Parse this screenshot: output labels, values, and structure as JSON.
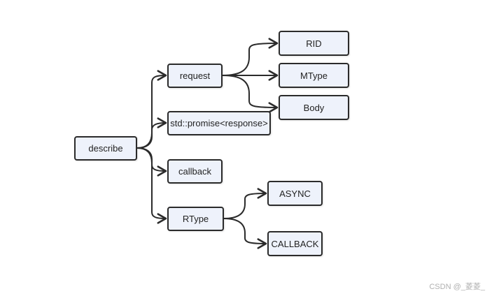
{
  "nodes": {
    "describe": "describe",
    "request": "request",
    "promise": "std::promise<response>",
    "callback": "callback",
    "rtype": "RType",
    "rid": "RID",
    "mtype": "MType",
    "body": "Body",
    "async": "ASYNC",
    "callback_mode": "CALLBACK"
  },
  "watermark": "CSDN @_菱菱_",
  "colors": {
    "node_fill": "#eef2fb",
    "node_border": "#2b2b2b",
    "edge": "#2b2b2b"
  }
}
